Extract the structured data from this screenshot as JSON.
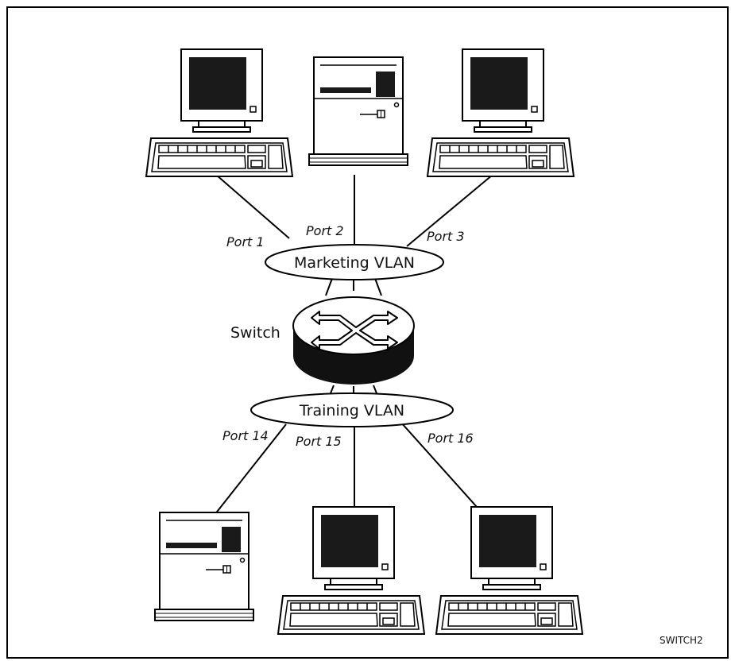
{
  "diagram": {
    "vlans": {
      "marketing": "Marketing VLAN",
      "training": "Training VLAN"
    },
    "switch_label": "Switch",
    "ports": {
      "p1": "Port 1",
      "p2": "Port 2",
      "p3": "Port 3",
      "p14": "Port 14",
      "p15": "Port 15",
      "p16": "Port 16"
    },
    "figure_id": "SWITCH2",
    "icons": {
      "workstation": "desktop-computer-icon",
      "server": "tower-server-icon",
      "switch": "network-switch-icon"
    },
    "colors": {
      "line": "#000000",
      "background": "#ffffff"
    }
  }
}
